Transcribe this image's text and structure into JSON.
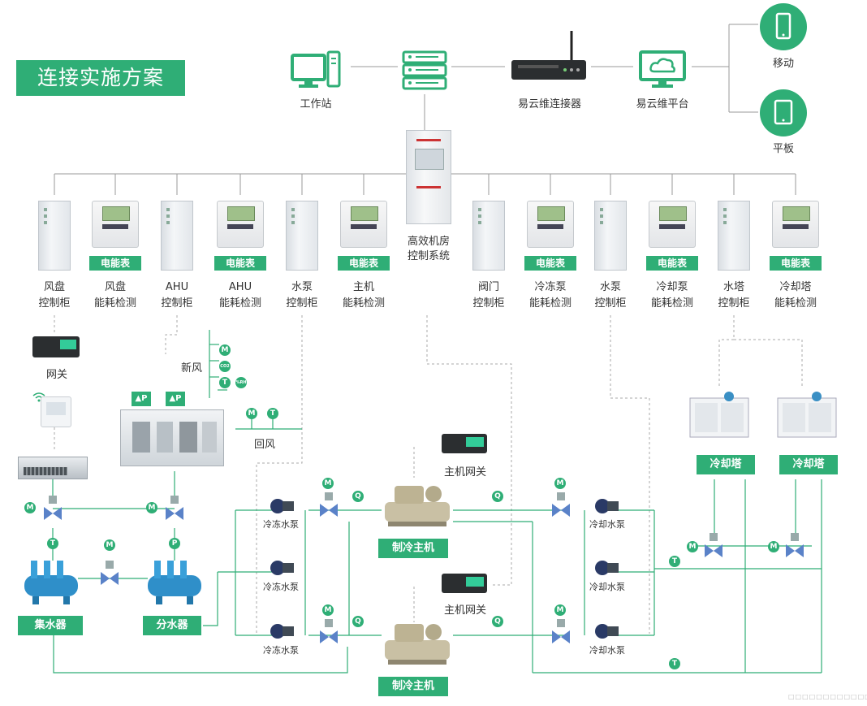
{
  "title": "连接实施方案",
  "top": {
    "workstation": "工作站",
    "connector": "易云维连接器",
    "platform": "易云维平台",
    "mobile": "移动",
    "tablet": "平板",
    "controller_line1": "高效机房",
    "controller_line2": "控制系统"
  },
  "meter_tag": "电能表",
  "devices": [
    {
      "l1": "风盘",
      "l2": "控制柜"
    },
    {
      "l1": "风盘",
      "l2": "能耗检测"
    },
    {
      "l1": "AHU",
      "l2": "控制柜"
    },
    {
      "l1": "AHU",
      "l2": "能耗检测"
    },
    {
      "l1": "水泵",
      "l2": "控制柜"
    },
    {
      "l1": "主机",
      "l2": "能耗检测"
    },
    {
      "l1": "阀门",
      "l2": "控制柜"
    },
    {
      "l1": "冷冻泵",
      "l2": "能耗检测"
    },
    {
      "l1": "水泵",
      "l2": "控制柜"
    },
    {
      "l1": "冷却泵",
      "l2": "能耗检测"
    },
    {
      "l1": "水塔",
      "l2": "控制柜"
    },
    {
      "l1": "冷却塔",
      "l2": "能耗检测"
    }
  ],
  "field": {
    "gateway": "网关",
    "fresh_air": "新风",
    "return_air": "回风",
    "chiller_gateway": "主机网关",
    "chw_pump": "冷冻水泵",
    "cw_pump": "冷却水泵",
    "chiller": "制冷主机",
    "cooling_tower": "冷却塔",
    "collector": "集水器",
    "distributor": "分水器",
    "dp_label": "▲P"
  },
  "badges": {
    "m": "M",
    "t": "T",
    "p": "P",
    "q": "Q",
    "co2": "CO2",
    "rh": "%RH"
  },
  "colors": {
    "accent": "#2fae76",
    "wire": "#9a9a9a"
  }
}
